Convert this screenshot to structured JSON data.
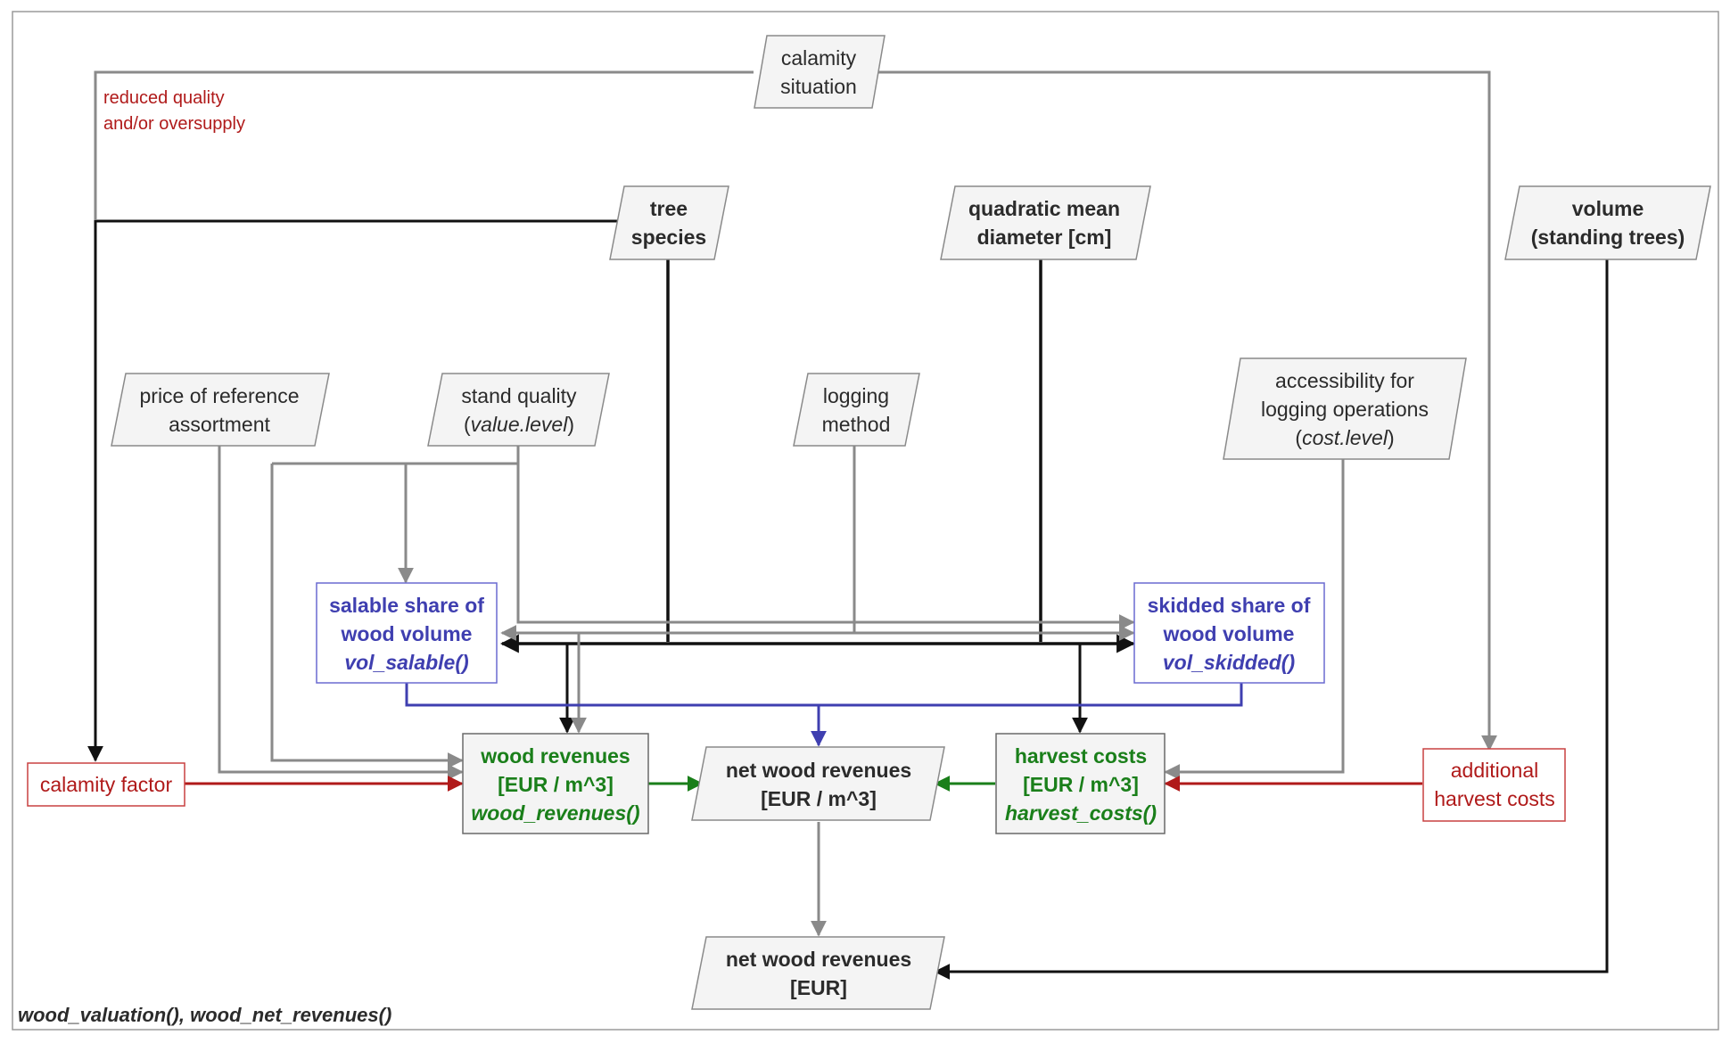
{
  "nodes": {
    "calamity_situation": [
      "calamity",
      "situation"
    ],
    "tree_species": [
      "tree",
      "species"
    ],
    "qmd": [
      "quadratic mean",
      "diameter [cm]"
    ],
    "volume": [
      "volume",
      "(standing trees)"
    ],
    "price_ref": [
      "price of reference",
      "assortment"
    ],
    "stand_quality": [
      "stand quality",
      "(",
      "value.level",
      ")"
    ],
    "logging_method": [
      "logging",
      "method"
    ],
    "accessibility": [
      "accessibility for",
      "logging operations",
      "(",
      "cost.level",
      ")"
    ],
    "salable_share": [
      "salable share of",
      "wood volume",
      "vol_salable()"
    ],
    "skidded_share": [
      "skidded share of",
      "wood volume",
      "vol_skidded()"
    ],
    "calamity_factor": [
      "calamity factor"
    ],
    "wood_revenues": [
      "wood revenues",
      "[EUR / m^3]",
      "wood_revenues()"
    ],
    "net_revenues_m3": [
      "net wood revenues",
      "[EUR / m^3]"
    ],
    "harvest_costs": [
      "harvest costs",
      "[EUR / m^3]",
      "harvest_costs()"
    ],
    "additional_costs": [
      "additional",
      "harvest costs"
    ],
    "net_revenues_eur": [
      "net wood revenues",
      "[EUR]"
    ]
  },
  "annotation": [
    "reduced quality",
    "and/or oversupply"
  ],
  "footer": "wood_valuation(), wood_net_revenues()",
  "colors": {
    "gray": "#8a8a8a",
    "black": "#111111",
    "blue": "#3f3fb0",
    "green": "#1a7f1a",
    "red": "#b01a1a"
  }
}
